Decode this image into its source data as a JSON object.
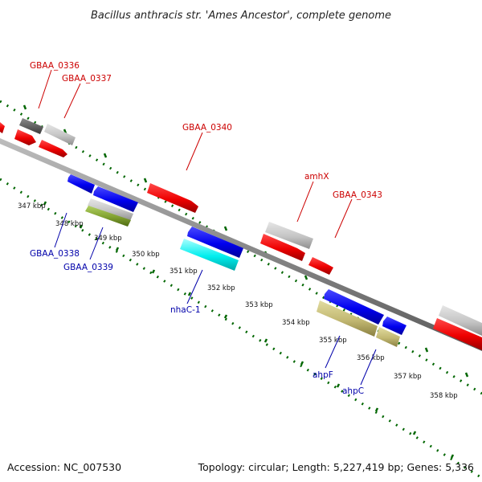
{
  "title": "Bacillus anthracis str. 'Ames Ancestor', complete genome",
  "footer": {
    "accession": "Accession: NC_007530",
    "summary": "Topology: circular; Length: 5,227,419 bp; Genes: 5,336"
  },
  "colors": {
    "forward_label": "#cc0000",
    "reverse_label": "#0000aa",
    "tick_green": "#006600",
    "backbone": "#888888"
  },
  "ticks": [
    {
      "label": "347 kbp"
    },
    {
      "label": "348 kbp"
    },
    {
      "label": "349 kbp"
    },
    {
      "label": "350 kbp"
    },
    {
      "label": "351 kbp"
    },
    {
      "label": "352 kbp"
    },
    {
      "label": "353 kbp"
    },
    {
      "label": "354 kbp"
    },
    {
      "label": "355 kbp"
    },
    {
      "label": "356 kbp"
    },
    {
      "label": "357 kbp"
    },
    {
      "label": "358 kbp"
    }
  ],
  "gene_labels": {
    "forward": [
      "GBAA_0336",
      "GBAA_0337",
      "GBAA_0340",
      "amhX",
      "GBAA_0343"
    ],
    "reverse": [
      "GBAA_0338",
      "GBAA_0339",
      "nhaC-1",
      "ahpF",
      "ahpC"
    ]
  }
}
